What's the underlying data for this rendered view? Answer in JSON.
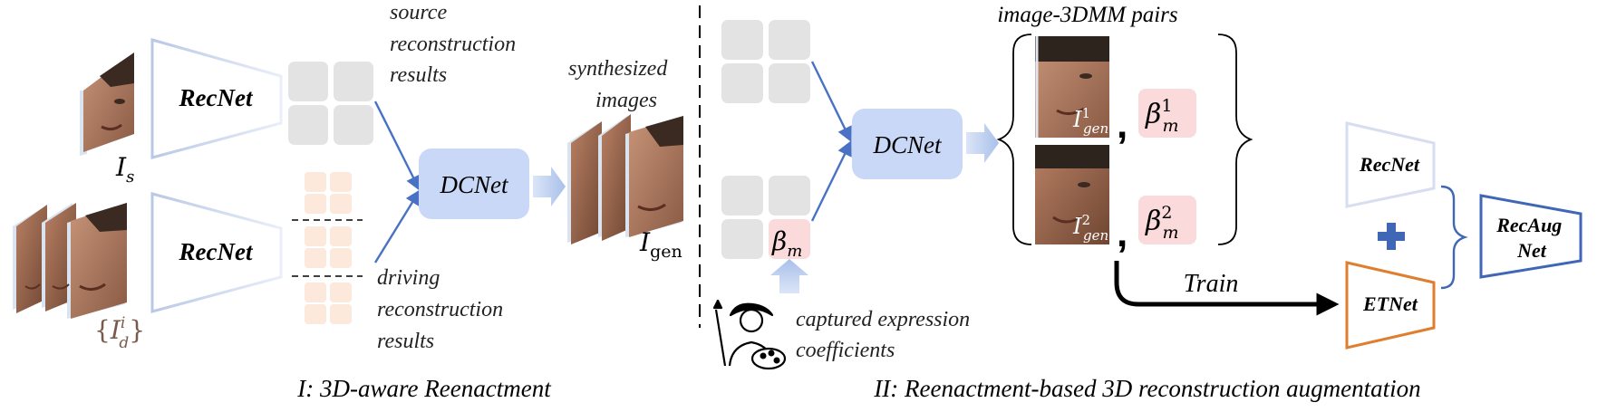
{
  "section1": {
    "caption": "I: 3D-aware Reenactment",
    "recnet_top_label": "RecNet",
    "recnet_bottom_label": "RecNet",
    "dcnet_label": "DCNet",
    "source_label": [
      "source",
      "reconstruction",
      "results"
    ],
    "driving_label": [
      "driving",
      "reconstruction",
      "results"
    ],
    "synth_label": [
      "synthesized",
      "images"
    ],
    "source_image_symbol": {
      "base": "I",
      "sub": "s"
    },
    "driving_image_symbol": {
      "base": "I",
      "sub": "d",
      "sup": "i",
      "braces": true
    },
    "gen_symbol": {
      "base": "I",
      "sub": "gen"
    }
  },
  "section2": {
    "caption": "II: Reenactment-based 3D reconstruction augmentation",
    "dcnet_label": "DCNet",
    "pairs_title": "image-3DMM pairs",
    "beta_input": {
      "base": "β",
      "sub": "m"
    },
    "captured_label": [
      "captured expression",
      "coefficients"
    ],
    "pairs": [
      {
        "img_symbol": {
          "base": "I",
          "sub": "gen",
          "sup": "1"
        },
        "beta": {
          "base": "β",
          "sub": "m",
          "sup": "1"
        },
        "comma": ","
      },
      {
        "img_symbol": {
          "base": "I",
          "sub": "gen",
          "sup": "2"
        },
        "beta": {
          "base": "β",
          "sub": "m",
          "sup": "2"
        },
        "comma": ","
      }
    ],
    "train_label": "Train",
    "recnet_label": "RecNet",
    "etnet_label": "ETNet",
    "plus_symbol": "+",
    "recaug_label": [
      "RecAug",
      "Net"
    ]
  },
  "icons": [
    "face-photo-icon",
    "painter-icon",
    "plus-icon"
  ],
  "colors": {
    "recnet_stroke": "#c5d3ea",
    "dcnet_fill": "#c9d8f7",
    "arrow_blue": "#4a72c4",
    "gray_cell": "#e3e3e3",
    "peach_cell": "#fde8dc",
    "pink_cell": "#fadada",
    "etnet_stroke": "#e07e30",
    "recaug_stroke": "#3f67b5",
    "train_arrow": "#000000"
  }
}
